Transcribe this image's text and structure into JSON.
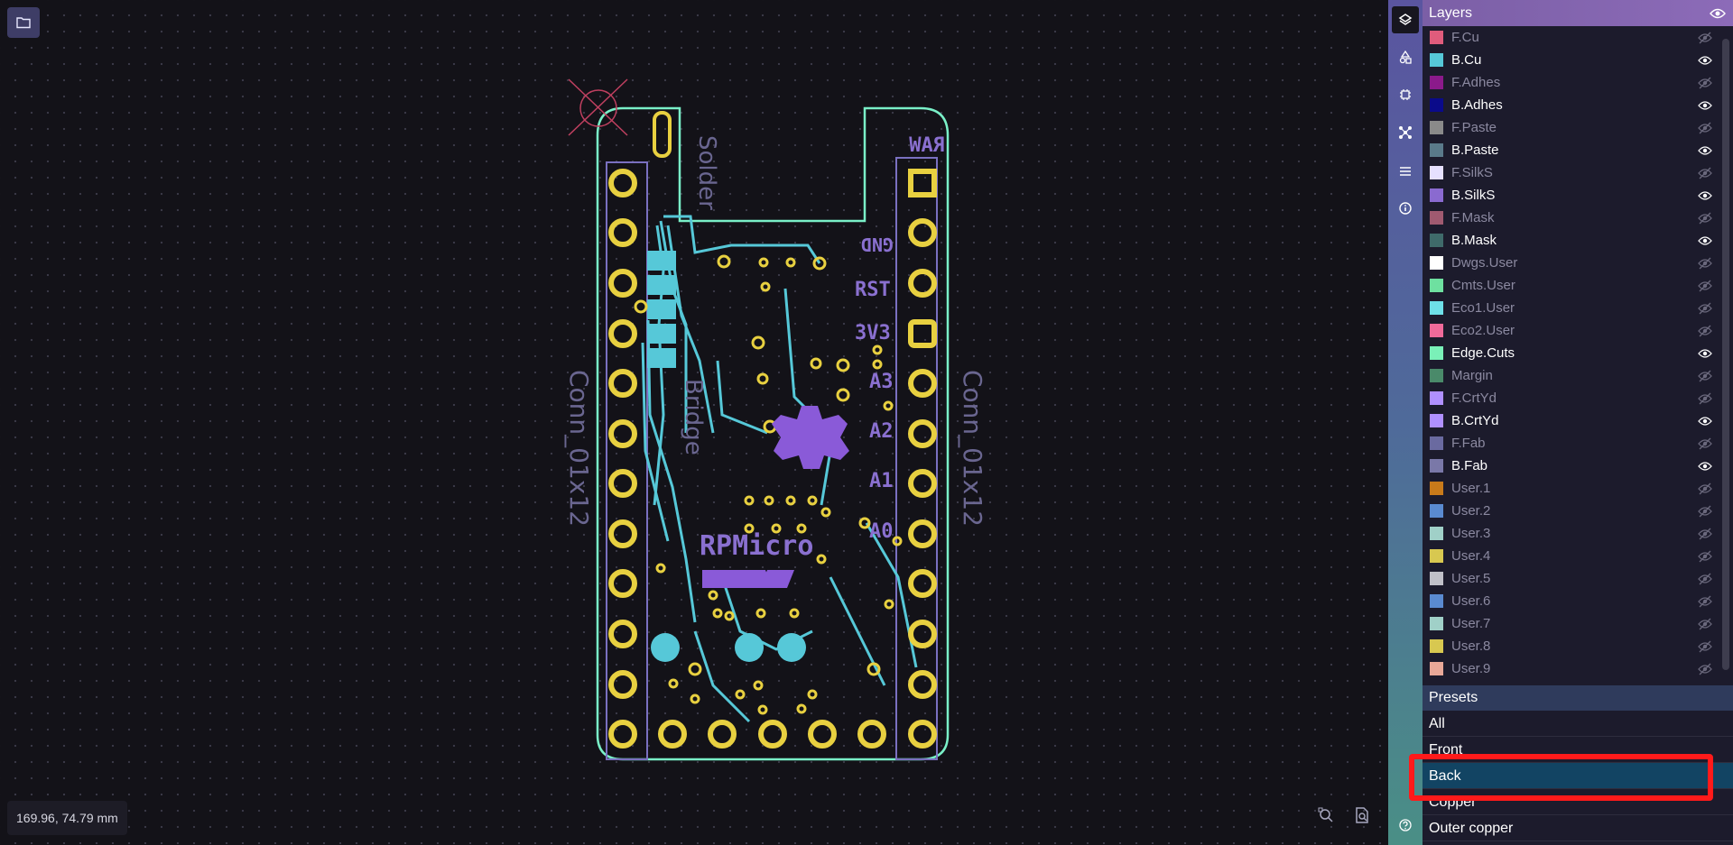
{
  "canvas": {
    "coords": "169.96, 74.79 mm",
    "board_labels": {
      "raw": "RAW",
      "gnd": "GND",
      "rst": "RST",
      "v3v3": "3V3",
      "a3": "A3",
      "a2": "A2",
      "a1": "A1",
      "a0": "A0",
      "conn_left": "Conn_01x12",
      "conn_right": "Conn_01x12",
      "brand": "RPMicro",
      "solder": "Solder",
      "bridge": "Bridge"
    }
  },
  "panel": {
    "title": "Layers",
    "layers": [
      {
        "name": "F.Cu",
        "color": "#e05c7c",
        "visible": false
      },
      {
        "name": "B.Cu",
        "color": "#56c8d8",
        "visible": true
      },
      {
        "name": "F.Adhes",
        "color": "#8b1a8b",
        "visible": false
      },
      {
        "name": "B.Adhes",
        "color": "#0a0a8a",
        "visible": true
      },
      {
        "name": "F.Paste",
        "color": "#8a8a8a",
        "visible": false
      },
      {
        "name": "B.Paste",
        "color": "#5a7a8a",
        "visible": true
      },
      {
        "name": "F.SilkS",
        "color": "#e6e0ff",
        "visible": false
      },
      {
        "name": "B.SilkS",
        "color": "#8a6ad0",
        "visible": true
      },
      {
        "name": "F.Mask",
        "color": "#a05a70",
        "visible": false
      },
      {
        "name": "B.Mask",
        "color": "#3f6a6a",
        "visible": true
      },
      {
        "name": "Dwgs.User",
        "color": "#ffffff",
        "visible": false
      },
      {
        "name": "Cmts.User",
        "color": "#6ee0a0",
        "visible": false
      },
      {
        "name": "Eco1.User",
        "color": "#6ee0e8",
        "visible": false
      },
      {
        "name": "Eco2.User",
        "color": "#f06a9a",
        "visible": false
      },
      {
        "name": "Edge.Cuts",
        "color": "#7af0b8",
        "visible": true
      },
      {
        "name": "Margin",
        "color": "#4a8a6a",
        "visible": false
      },
      {
        "name": "F.CrtYd",
        "color": "#b090ff",
        "visible": false
      },
      {
        "name": "B.CrtYd",
        "color": "#b090ff",
        "visible": true
      },
      {
        "name": "F.Fab",
        "color": "#6a6aa0",
        "visible": false
      },
      {
        "name": "B.Fab",
        "color": "#7a78a8",
        "visible": true
      },
      {
        "name": "User.1",
        "color": "#c87a1a",
        "visible": false
      },
      {
        "name": "User.2",
        "color": "#5a8ad0",
        "visible": false
      },
      {
        "name": "User.3",
        "color": "#a0d0c8",
        "visible": false
      },
      {
        "name": "User.4",
        "color": "#d8c850",
        "visible": false
      },
      {
        "name": "User.5",
        "color": "#c0c0c8",
        "visible": false
      },
      {
        "name": "User.6",
        "color": "#5a8ad0",
        "visible": false
      },
      {
        "name": "User.7",
        "color": "#a0d0c8",
        "visible": false
      },
      {
        "name": "User.8",
        "color": "#d8c850",
        "visible": false
      },
      {
        "name": "User.9",
        "color": "#e8a898",
        "visible": false
      }
    ],
    "presets_title": "Presets",
    "presets": [
      {
        "label": "All",
        "selected": false
      },
      {
        "label": "Front",
        "selected": false
      },
      {
        "label": "Back",
        "selected": true
      },
      {
        "label": "Copper",
        "selected": false
      },
      {
        "label": "Outer copper",
        "selected": false
      }
    ]
  }
}
